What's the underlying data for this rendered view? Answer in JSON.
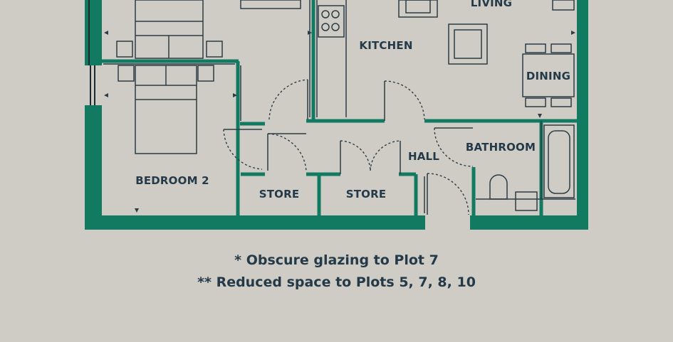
{
  "plan": {
    "rooms": {
      "living": "LIVING",
      "kitchen": "KITCHEN",
      "dining": "DINING",
      "bedroom2": "BEDROOM 2",
      "store1": "STORE",
      "store2": "STORE",
      "hall": "HALL",
      "bathroom": "BATHROOM"
    }
  },
  "notes": [
    "* Obscure glazing to Plot 7",
    "** Reduced space to Plots 5, 7, 8, 10"
  ],
  "colors": {
    "background": "#cfccc6",
    "wall": "#137a62",
    "linework": "#2c3d45",
    "text": "#243a49"
  }
}
